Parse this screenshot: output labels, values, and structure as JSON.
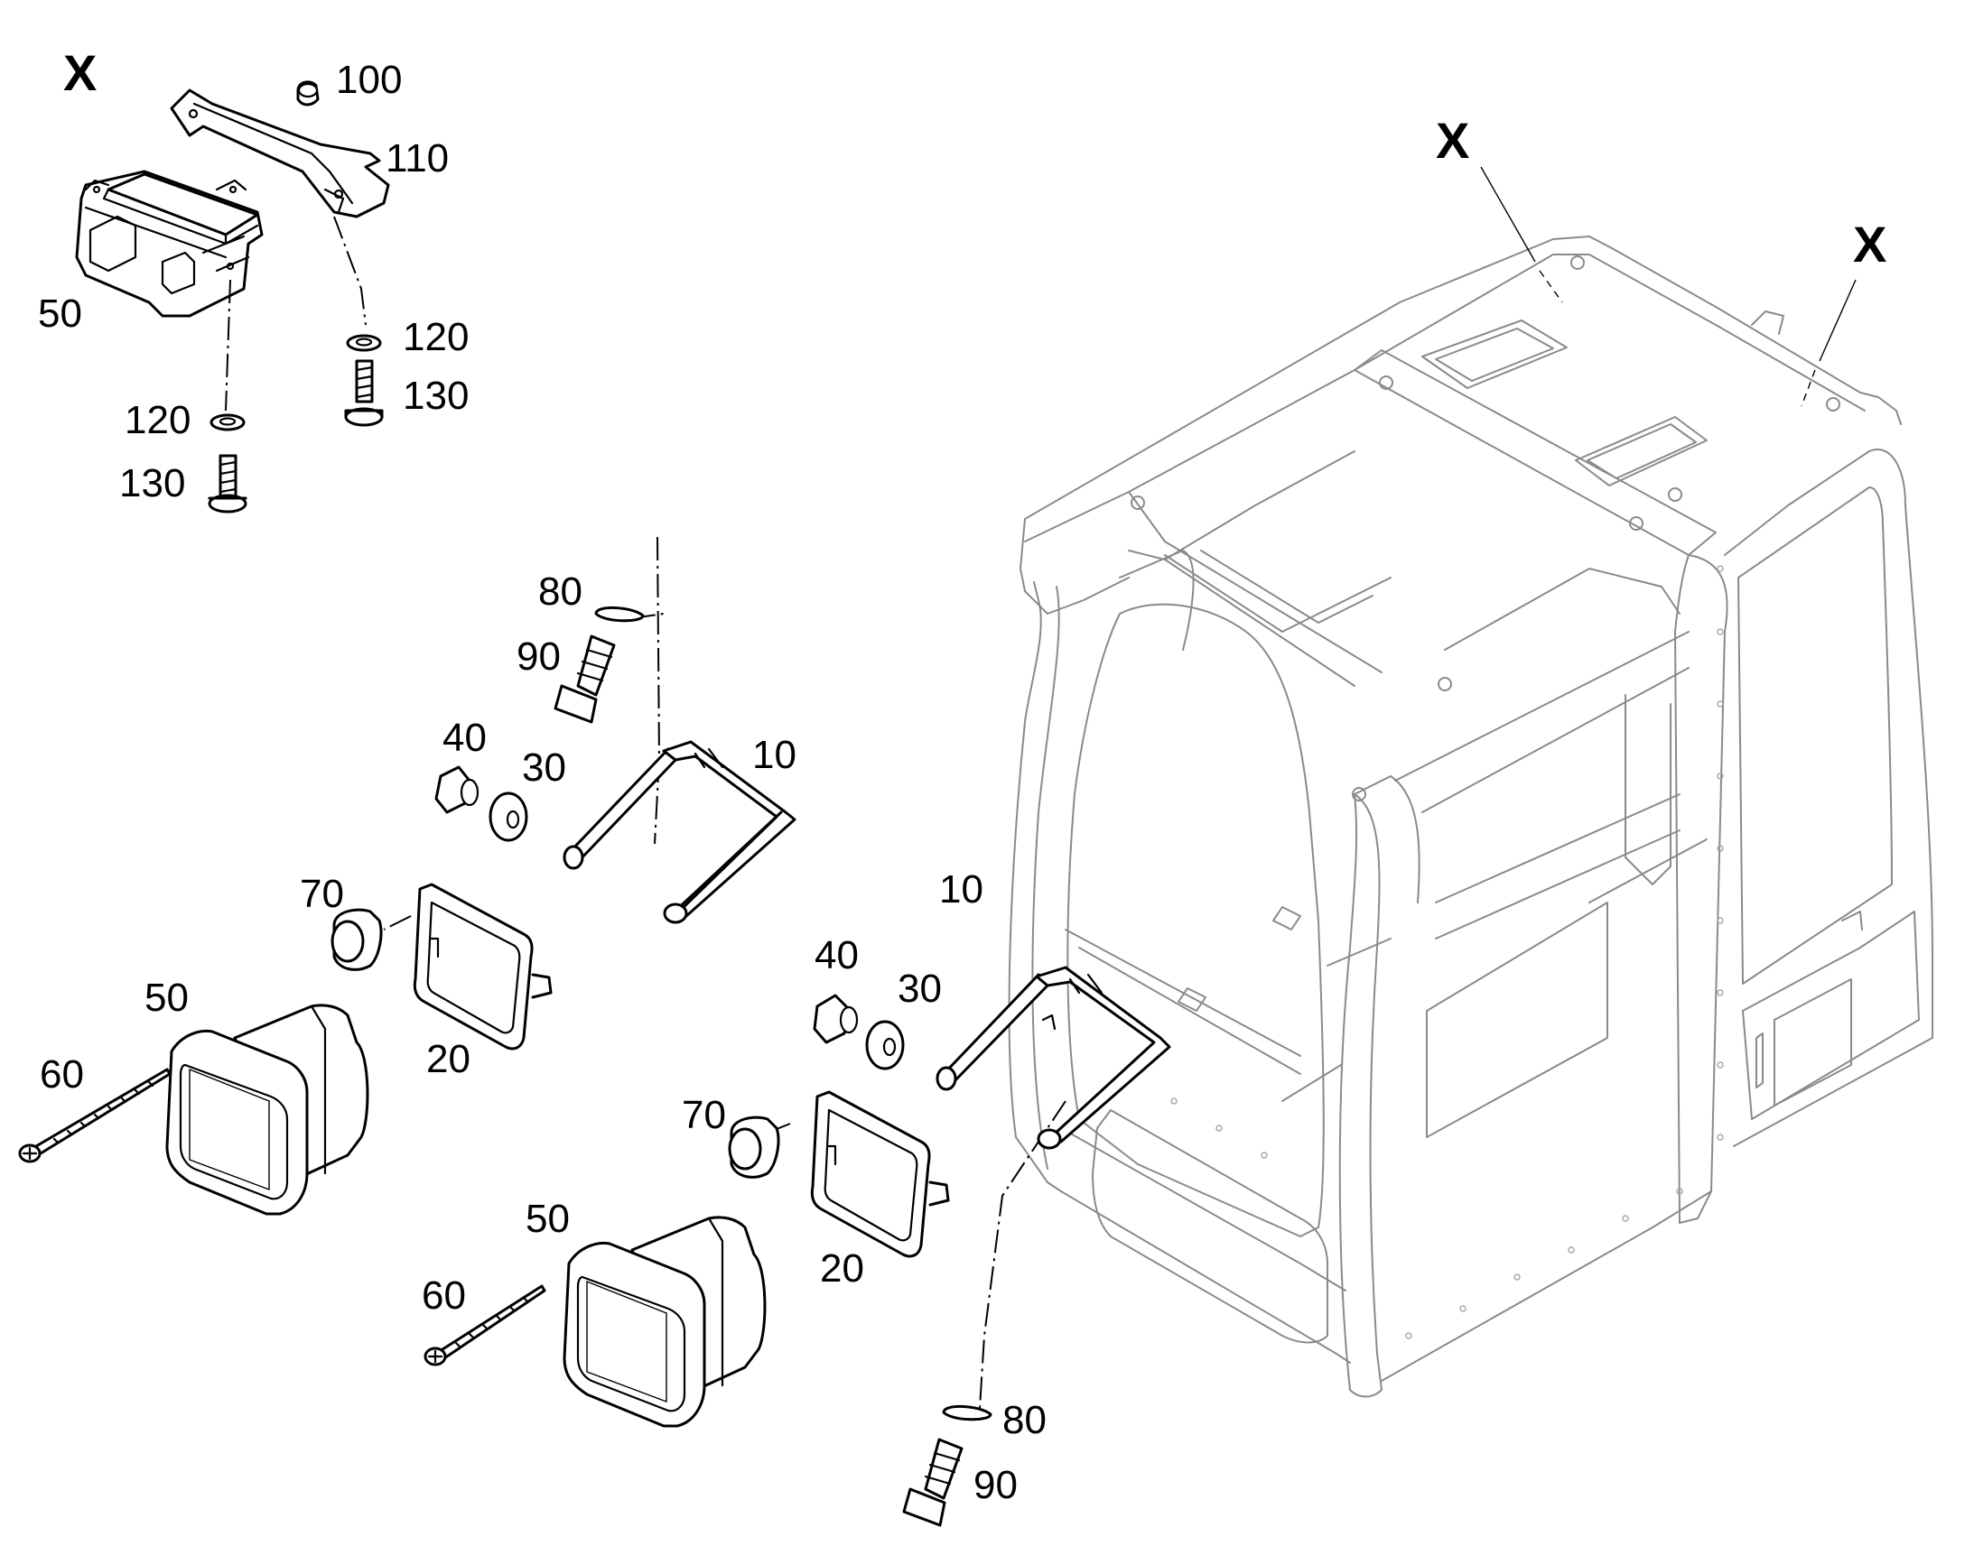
{
  "diagram": {
    "view_markers": [
      "X",
      "X",
      "X"
    ],
    "labels": {
      "p100": "100",
      "p110": "110",
      "p50_top": "50",
      "p120_a": "120",
      "p130_a": "130",
      "p120_b": "120",
      "p130_b": "130",
      "p80_a": "80",
      "p90_a": "90",
      "p40_a": "40",
      "p30_a": "30",
      "p10_a": "10",
      "p70_a": "70",
      "p50_a": "50",
      "p60_a": "60",
      "p20_a": "20",
      "p10_b": "10",
      "p40_b": "40",
      "p30_b": "30",
      "p70_b": "70",
      "p50_b": "50",
      "p60_b": "60",
      "p20_b": "20",
      "p80_b": "80",
      "p90_b": "90"
    }
  }
}
